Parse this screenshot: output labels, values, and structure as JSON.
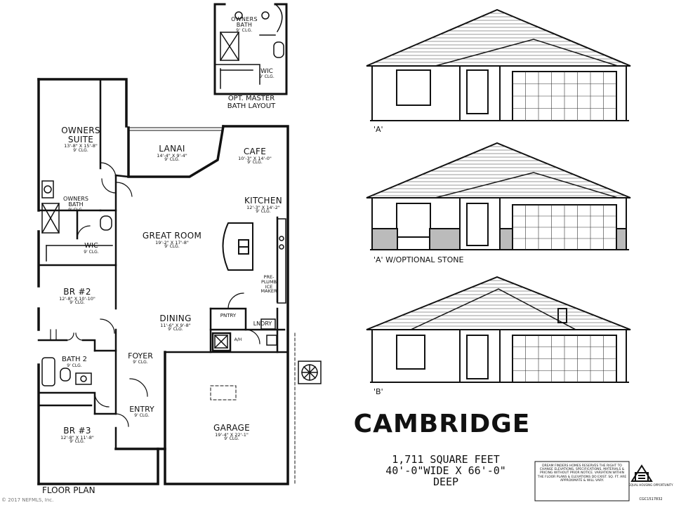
{
  "floor_plan": {
    "label": "FLOOR PLAN",
    "rooms": {
      "owners_suite": {
        "name": "OWNERS SUITE",
        "dims": "13'-8\" X 15'-8\"",
        "ceiling": "9' CLG."
      },
      "owners_bath": {
        "name": "OWNERS BATH",
        "ceiling": "9' CLG."
      },
      "wic": {
        "name": "WIC",
        "ceiling": "9' CLG."
      },
      "lanai": {
        "name": "LANAI",
        "dims": "14'-4\" X 9'-4\"",
        "ceiling": "9' CLG."
      },
      "cafe": {
        "name": "CAFE",
        "dims": "10'-3\" X 14'-0\"",
        "ceiling": "9' CLG."
      },
      "kitchen": {
        "name": "KITCHEN",
        "dims": "12'-3\" X 14'-2\"",
        "ceiling": "9' CLG."
      },
      "great_room": {
        "name": "GREAT ROOM",
        "dims": "19'-2\" X 17'-8\"",
        "ceiling": "9' CLG."
      },
      "br2": {
        "name": "BR #2",
        "dims": "12'-8\" X 10'-10\"",
        "ceiling": "9' CLG."
      },
      "bath2": {
        "name": "BATH 2",
        "ceiling": "9' CLG."
      },
      "dining": {
        "name": "DINING",
        "dims": "11'-6\" X 9'-8\"",
        "ceiling": "9' CLG."
      },
      "foyer": {
        "name": "FOYER",
        "ceiling": "9' CLG."
      },
      "entry": {
        "name": "ENTRY",
        "ceiling": "9' CLG."
      },
      "br3": {
        "name": "BR #3",
        "dims": "12'-8\" X 11'-8\"",
        "ceiling": "9' CLG."
      },
      "garage": {
        "name": "GARAGE",
        "dims": "19'-4\" X 22'-1\"",
        "ceiling": "9' CLG."
      },
      "pntry": {
        "name": "PNTRY"
      },
      "laundry": {
        "name": "LNDRY"
      },
      "ah": {
        "name": "A/H"
      },
      "pre_plumb": {
        "line1": "PRE-",
        "line2": "PLUMB",
        "line3": "ICE",
        "line4": "MAKER"
      }
    }
  },
  "opt_bath": {
    "caption_line1": "OPT. MASTER",
    "caption_line2": "BATH LAYOUT",
    "owners_bath": {
      "name": "OWNERS BATH",
      "ceiling": "9' CLG."
    },
    "wic": {
      "name": "WIC",
      "ceiling": "9' CLG."
    }
  },
  "elevations": [
    {
      "caption": "'A'"
    },
    {
      "caption": "'A' W/OPTIONAL STONE"
    },
    {
      "caption": "'B'"
    }
  ],
  "title": "CAMBRIDGE",
  "specs": {
    "sqft": "1,711 SQUARE FEET",
    "size": "40'-0\"WIDE X 66'-0\"",
    "deep": "DEEP"
  },
  "disclaimer": "DREAM FINDERS HOMES RESERVES THE RIGHT TO CHANGE ELEVATIONS, SPECIFICATIONS, MATERIALS & PRICING WITHOUT PRIOR NOTICE. VARIATION WITHIN THE FLOOR PLANS & ELEVATIONS DO EXIST. SQ. FT. ARE APPROXIMATE & WILL VARY.",
  "equal_housing": "EQUAL HOUSING OPPORTUNITY",
  "license": "CGC1517832",
  "copyright": "© 2017 NEFMLS, Inc."
}
